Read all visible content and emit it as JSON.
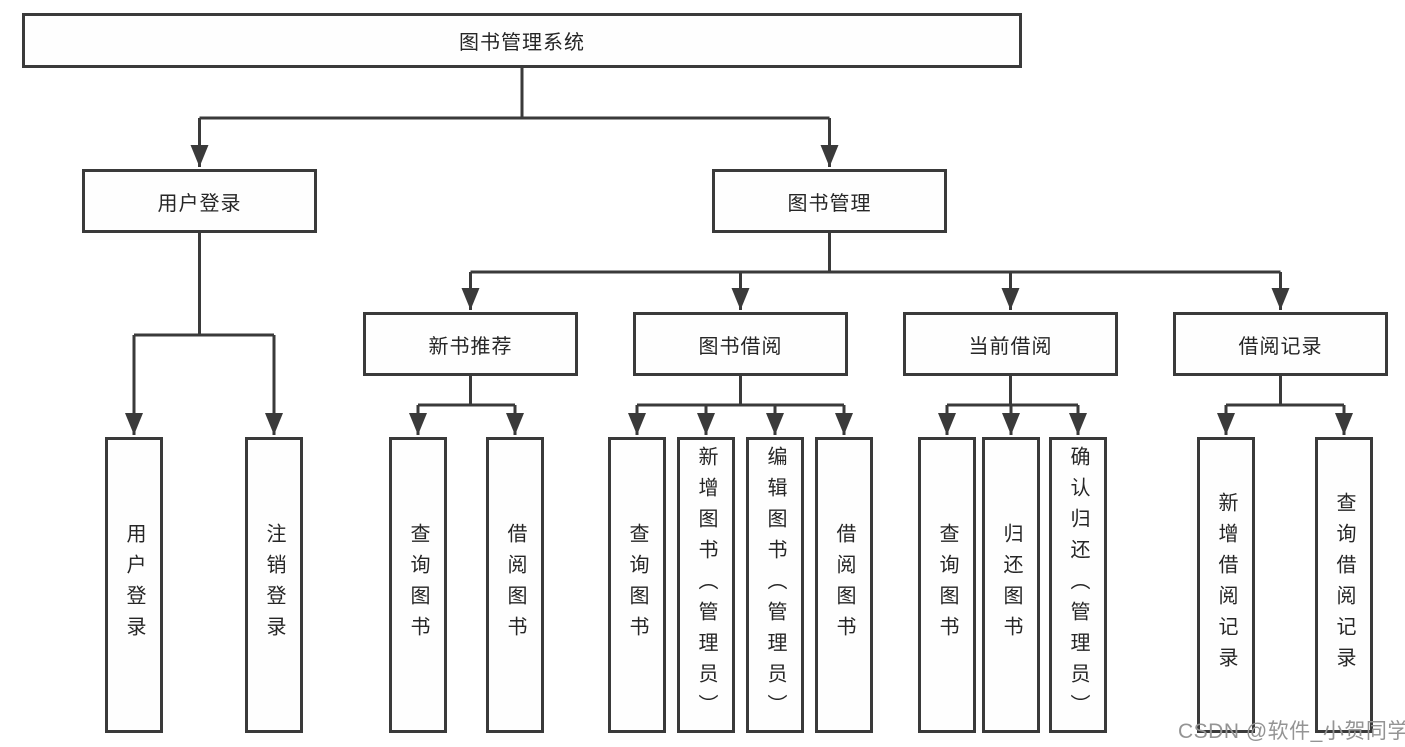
{
  "page": {
    "background": "#ffffff"
  },
  "colors": {
    "line": "#3a3a3a",
    "text": "#262626",
    "watermark": "#949494"
  },
  "watermark": {
    "text": "CSDN @软件_小贺同学"
  },
  "tree": {
    "root": {
      "label": "图书管理系统"
    },
    "level2": [
      {
        "label": "用户登录",
        "children": [
          {
            "label": "用户登录"
          },
          {
            "label": "注销登录"
          }
        ]
      },
      {
        "label": "图书管理",
        "children": [
          {
            "label": "新书推荐",
            "children": [
              {
                "label": "查询图书"
              },
              {
                "label": "借阅图书"
              }
            ]
          },
          {
            "label": "图书借阅",
            "children": [
              {
                "label": "查询图书"
              },
              {
                "label": "新增图书（管理员）"
              },
              {
                "label": "编辑图书（管理员）"
              },
              {
                "label": "借阅图书"
              }
            ]
          },
          {
            "label": "当前借阅",
            "children": [
              {
                "label": "查询图书"
              },
              {
                "label": "归还图书"
              },
              {
                "label": "确认归还（管理员）"
              }
            ]
          },
          {
            "label": "借阅记录",
            "children": [
              {
                "label": "新增借阅记录"
              },
              {
                "label": "查询借阅记录"
              }
            ]
          }
        ]
      }
    ]
  }
}
